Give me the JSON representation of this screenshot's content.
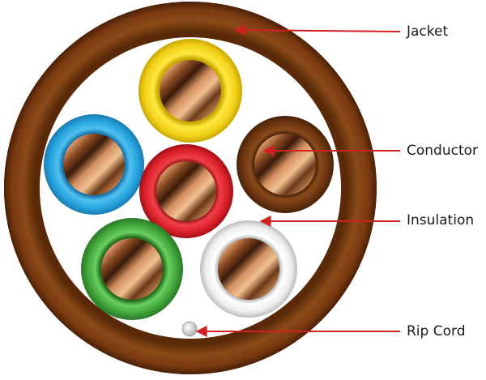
{
  "labels": {
    "jacket": "Jacket",
    "conductor": "Conductor",
    "insulation": "Insulation",
    "rip_cord": "Rip Cord"
  },
  "colors": {
    "jacket": "#7a3a10",
    "arrow": "#d02020",
    "conductor_copper": "#b06a3a",
    "insulation_yellow": "#f2d21a",
    "insulation_blue": "#25a3dc",
    "insulation_red": "#d9202a",
    "insulation_brown": "#6a3410",
    "insulation_green": "#3fa33a",
    "insulation_white": "#e8e8e8",
    "rip_cord": "#e6e6e6"
  },
  "wires": [
    {
      "id": "yellow",
      "insulation_color": "insulation_yellow"
    },
    {
      "id": "blue",
      "insulation_color": "insulation_blue"
    },
    {
      "id": "red",
      "insulation_color": "insulation_red"
    },
    {
      "id": "brown",
      "insulation_color": "insulation_brown"
    },
    {
      "id": "green",
      "insulation_color": "insulation_green"
    },
    {
      "id": "white",
      "insulation_color": "insulation_white"
    }
  ]
}
